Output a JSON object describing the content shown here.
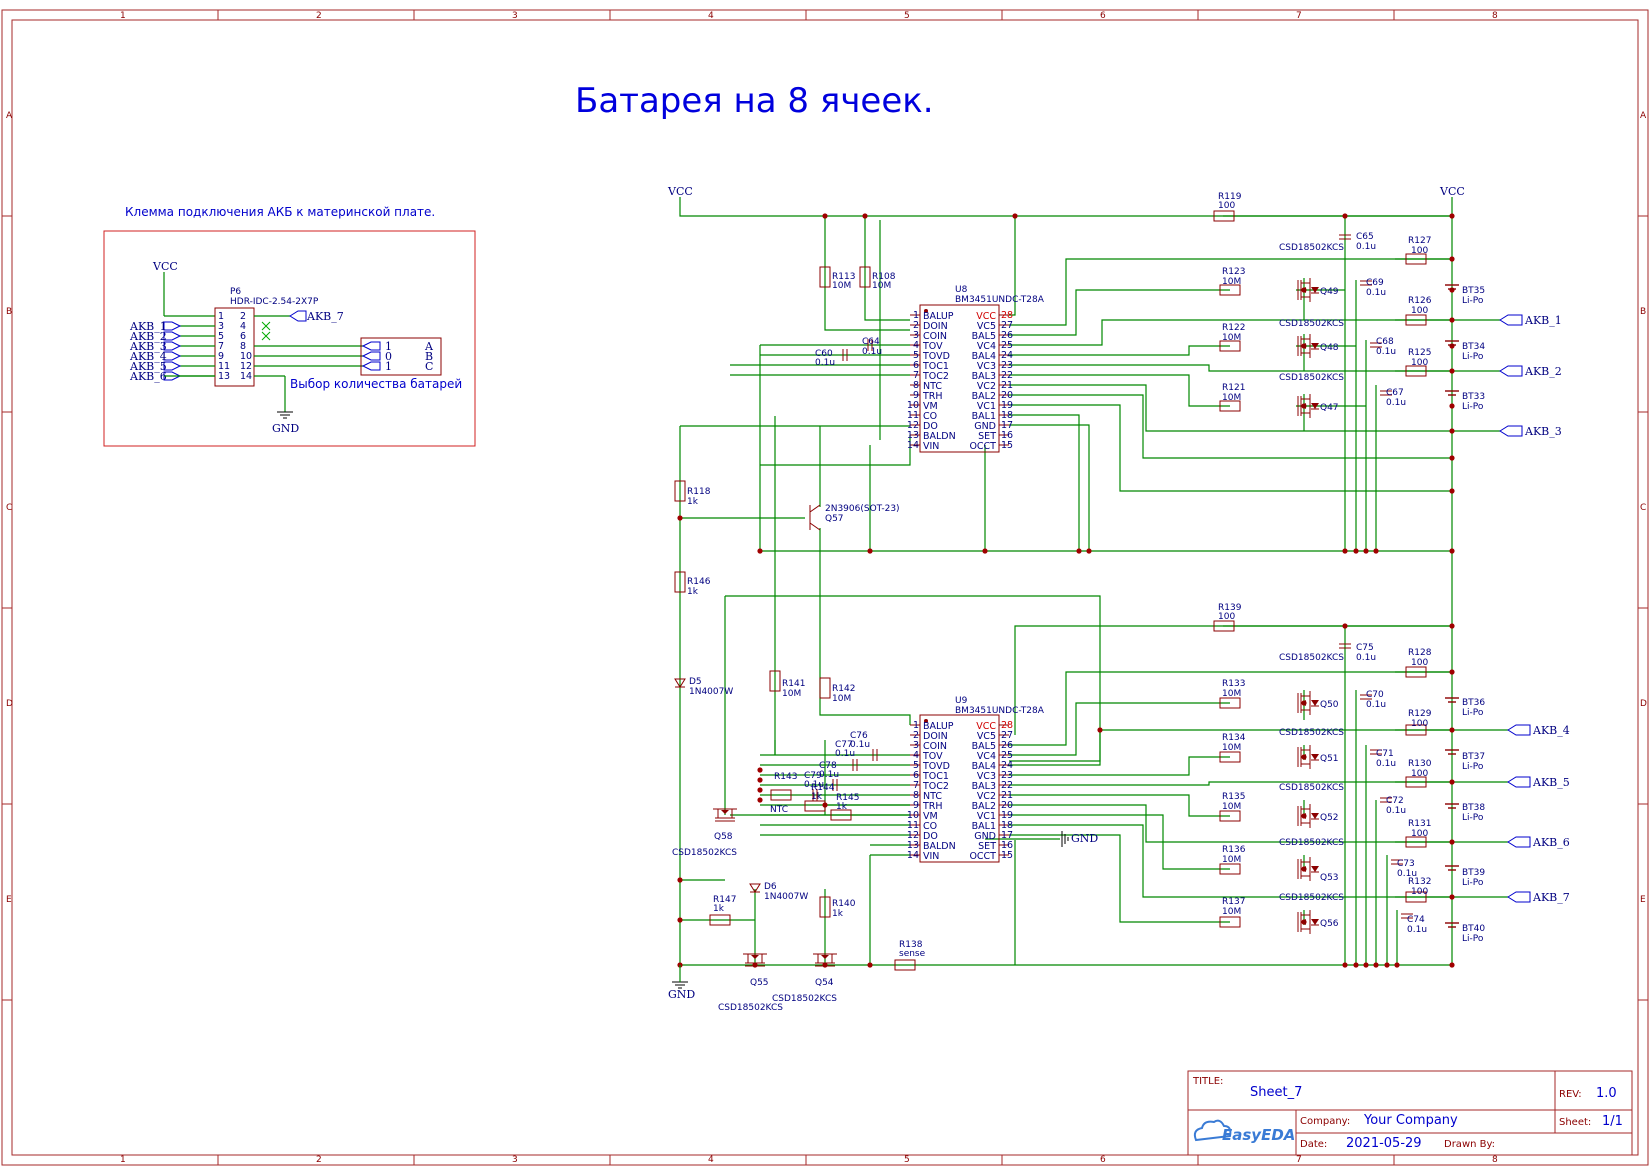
{
  "title": "Батарея на 8 ячеек.",
  "ruler": {
    "cols": [
      "1",
      "2",
      "3",
      "4",
      "5",
      "6",
      "7",
      "8"
    ],
    "rows": [
      "A",
      "B",
      "C",
      "D",
      "E"
    ]
  },
  "connector_box": {
    "caption": "Клемма подключения АКБ к материнской плате.",
    "vcc": "VCC",
    "gnd": "GND",
    "ref": "P6",
    "part": "HDR-IDC-2.54-2X7P",
    "left_pins": [
      "1",
      "3",
      "5",
      "7",
      "9",
      "11",
      "13"
    ],
    "right_pins": [
      "2",
      "4",
      "6",
      "8",
      "10",
      "12",
      "14"
    ],
    "nets": [
      "AKB_1",
      "AKB_2",
      "AKB_3",
      "AKB_4",
      "AKB_5",
      "AKB_6"
    ],
    "net7": "AKB_7",
    "switch_nums": [
      "1",
      "0",
      "1"
    ],
    "switch_letters": [
      "A",
      "B",
      "C"
    ],
    "selector_label": "Выбор количества батарей"
  },
  "ic_pins": {
    "left": [
      "BALUP",
      "DOIN",
      "COIN",
      "TOV",
      "TOVD",
      "TOC1",
      "TOC2",
      "NTC",
      "TRH",
      "VM",
      "CO",
      "DO",
      "BALDN",
      "VIN"
    ],
    "right": [
      "VCC",
      "VC5",
      "BAL5",
      "VC4",
      "BAL4",
      "VC3",
      "BAL3",
      "VC2",
      "BAL2",
      "VC1",
      "BAL1",
      "GND",
      "SET",
      "OCCT"
    ],
    "left_nums": [
      "1",
      "2",
      "3",
      "4",
      "5",
      "6",
      "7",
      "8",
      "9",
      "10",
      "11",
      "12",
      "13",
      "14"
    ],
    "right_nums": [
      "28",
      "27",
      "26",
      "25",
      "24",
      "23",
      "22",
      "21",
      "20",
      "19",
      "18",
      "17",
      "16",
      "15"
    ]
  },
  "u8": {
    "ref": "U8",
    "part": "BM3451UNDC-T28A"
  },
  "u9": {
    "ref": "U9",
    "part": "BM3451UNDC-T28A"
  },
  "nets": {
    "vcc": "VCC",
    "gnd": "GND"
  },
  "parts_top": {
    "r113": [
      "R113",
      "10M"
    ],
    "r108": [
      "R108",
      "10M"
    ],
    "c60": [
      "C60",
      "0.1u"
    ],
    "c64": [
      "C64",
      "0.1u"
    ],
    "r118": [
      "R118",
      "1k"
    ],
    "r146": [
      "R146",
      "1k"
    ],
    "q57": [
      "2N3906(SOT-23)",
      "Q57"
    ],
    "r119": [
      "R119",
      "100"
    ],
    "c65": [
      "C65",
      "0.1u"
    ],
    "r127": [
      "R127",
      "100"
    ],
    "r126": [
      "R126",
      "100"
    ],
    "r125": [
      "R125",
      "100"
    ],
    "r123": [
      "R123",
      "10M"
    ],
    "r122": [
      "R122",
      "10M"
    ],
    "r121": [
      "R121",
      "10M"
    ],
    "c69": [
      "C69",
      "0.1u"
    ],
    "c68": [
      "C68",
      "0.1u"
    ],
    "c67": [
      "C67",
      "0.1u"
    ],
    "q49": "Q49",
    "q48": "Q48",
    "q47": "Q47",
    "csd": "CSD18502KCS",
    "bt35": [
      "BT35",
      "Li-Po"
    ],
    "bt34": [
      "BT34",
      "Li-Po"
    ],
    "bt33": [
      "BT33",
      "Li-Po"
    ],
    "akb1": "AKB_1",
    "akb2": "AKB_2",
    "akb3": "AKB_3"
  },
  "parts_bottom": {
    "d5": [
      "D5",
      "1N4007W"
    ],
    "d6": [
      "D6",
      "1N4007W"
    ],
    "r141": [
      "R141",
      "10M"
    ],
    "r142": [
      "R142",
      "10M"
    ],
    "c76": [
      "C76",
      "0.1u"
    ],
    "c77": [
      "C77",
      "0.1u"
    ],
    "c78": [
      "C78",
      "0.1u"
    ],
    "c79": [
      "C79",
      "0.1u"
    ],
    "r143": "R143",
    "ntc": "NTC",
    "r144": [
      "R144",
      "1k"
    ],
    "r145": [
      "R145",
      "1k"
    ],
    "q58": "Q58",
    "q55": "Q55",
    "q54": "Q54",
    "r147": [
      "R147",
      "1k"
    ],
    "r140": [
      "R140",
      "1k"
    ],
    "r138": [
      "R138",
      "sense"
    ],
    "r139": [
      "R139",
      "100"
    ],
    "c75": [
      "C75",
      "0.1u"
    ],
    "r128": [
      "R128",
      "100"
    ],
    "r129": [
      "R129",
      "100"
    ],
    "r130": [
      "R130",
      "100"
    ],
    "r131": [
      "R131",
      "100"
    ],
    "r132": [
      "R132",
      "100"
    ],
    "r133": [
      "R133",
      "10M"
    ],
    "r134": [
      "R134",
      "10M"
    ],
    "r135": [
      "R135",
      "10M"
    ],
    "r136": [
      "R136",
      "10M"
    ],
    "r137": [
      "R137",
      "10M"
    ],
    "c70": [
      "C70",
      "0.1u"
    ],
    "c71": [
      "C71",
      "0.1u"
    ],
    "c72": [
      "C72",
      "0.1u"
    ],
    "c73": [
      "C73",
      "0.1u"
    ],
    "c74": [
      "C74",
      "0.1u"
    ],
    "q50": "Q50",
    "q51": "Q51",
    "q52": "Q52",
    "q53": "Q53",
    "q56": "Q56",
    "bt36": [
      "BT36",
      "Li-Po"
    ],
    "bt37": [
      "BT37",
      "Li-Po"
    ],
    "bt38": [
      "BT38",
      "Li-Po"
    ],
    "bt39": [
      "BT39",
      "Li-Po"
    ],
    "bt40": [
      "BT40",
      "Li-Po"
    ],
    "akb4": "AKB_4",
    "akb5": "AKB_5",
    "akb6": "AKB_6",
    "akb7": "AKB_7"
  },
  "title_block": {
    "title_label": "TITLE:",
    "title_value": "Sheet_7",
    "rev_label": "REV:",
    "rev_value": "1.0",
    "company_label": "Company:",
    "company_value": "Your Company",
    "sheet_label": "Sheet:",
    "sheet_value": "1/1",
    "date_label": "Date:",
    "date_value": "2021-05-29",
    "drawn_label": "Drawn By:",
    "logo_text": "EasyEDA"
  }
}
